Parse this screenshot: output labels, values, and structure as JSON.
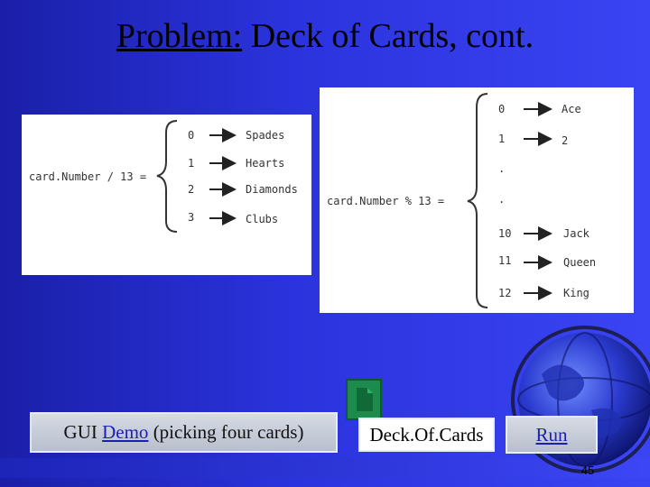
{
  "slide": {
    "title_link": "Problem:",
    "title_rest": " Deck of Cards, cont.",
    "page_number": "45"
  },
  "left_diagram": {
    "expression": "card.Number / 13 =",
    "rows": [
      {
        "index": "0",
        "label": "Spades"
      },
      {
        "index": "1",
        "label": "Hearts"
      },
      {
        "index": "2",
        "label": "Diamonds"
      },
      {
        "index": "3",
        "label": "Clubs"
      }
    ]
  },
  "right_diagram": {
    "expression": "card.Number % 13 =",
    "rows": [
      {
        "index": "0",
        "label": "Ace"
      },
      {
        "index": "1",
        "label": "2"
      },
      {
        "index": ".",
        "label": ""
      },
      {
        "index": ".",
        "label": ""
      },
      {
        "index": "10",
        "label": "Jack"
      },
      {
        "index": "11",
        "label": "Queen"
      },
      {
        "index": "12",
        "label": "King"
      }
    ]
  },
  "buttons": {
    "gui_prefix": "GUI ",
    "gui_link": "Demo",
    "gui_suffix": " (picking four cards)",
    "deck_label": "Deck.Of.Cards",
    "run_label": "Run"
  },
  "icons": {
    "globe": "globe-icon",
    "file": "file-icon"
  },
  "colors": {
    "background": "#2b33dd",
    "file_icon": "#1c8b4c"
  }
}
